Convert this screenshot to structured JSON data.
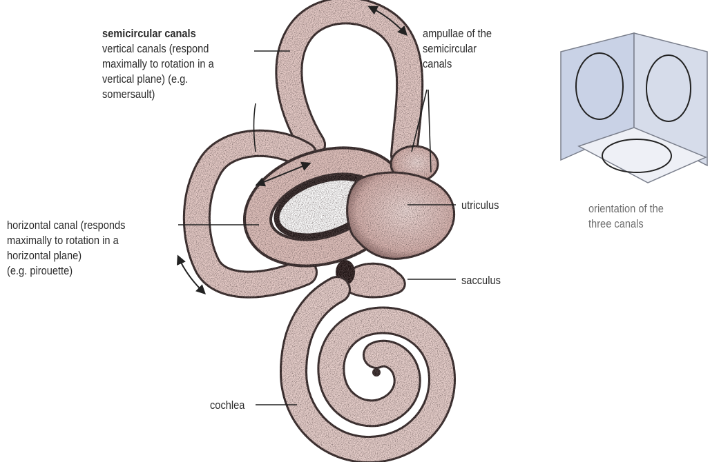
{
  "labels": {
    "semicircular_title": "semicircular canals",
    "vertical": [
      "vertical canals (respond",
      "maximally to rotation in a",
      "vertical plane) (e.g.",
      "somersault)"
    ],
    "ampullae": [
      "ampullae of the",
      "semicircular",
      "canals"
    ],
    "utriculus": "utriculus",
    "horizontal": [
      "horizontal canal (responds",
      "maximally to rotation in a",
      "horizontal plane)",
      "(e.g. pirouette)"
    ],
    "sacculus": "sacculus",
    "cochlea": "cochlea",
    "orientation": [
      "orientation of the",
      "three canals"
    ]
  },
  "colors": {
    "tissue": "#e8cdc9",
    "tissue_shadow": "#3a2a2a",
    "outline": "#2a2020",
    "plane_fill": "#c9d2e6",
    "plane_light": "#eef0f6",
    "text": "#2b2b2b"
  }
}
